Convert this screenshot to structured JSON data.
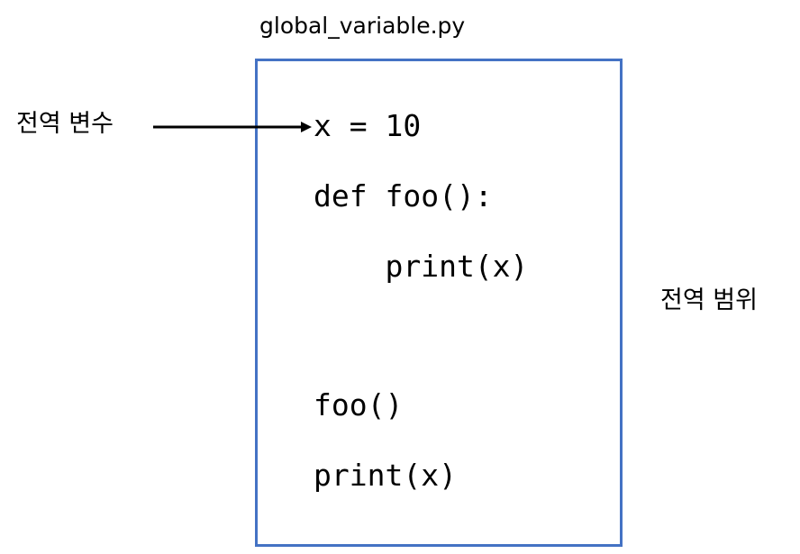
{
  "diagram": {
    "file_name": "global_variable.py",
    "code_lines": [
      "x = 10",
      "def foo():",
      "    print(x)",
      "foo()",
      "print(x)"
    ],
    "global_variable_label": "전역 변수",
    "global_scope_label": "전역 범위",
    "box_color": "#4472C4",
    "arrow_color": "#000000"
  }
}
